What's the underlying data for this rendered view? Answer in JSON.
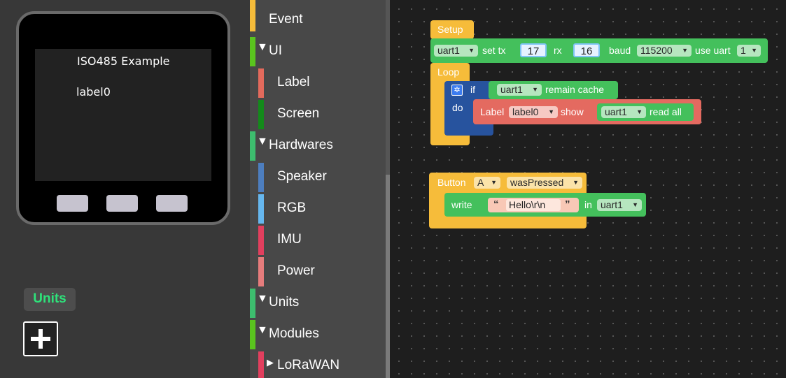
{
  "device": {
    "screen_title": "ISO485 Example",
    "screen_label": "label0"
  },
  "units_label": "Units",
  "toolbox": {
    "categories": [
      {
        "label": "Event",
        "color": "#f6bc3a",
        "arrow": ""
      },
      {
        "label": "UI",
        "color": "#5ac41e",
        "arrow": "▼"
      },
      {
        "label": "Label",
        "color": "#e36a5c",
        "arrow": ""
      },
      {
        "label": "Screen",
        "color": "#138a1a",
        "arrow": ""
      },
      {
        "label": "Hardwares",
        "color": "#3dbd6e",
        "arrow": "▼"
      },
      {
        "label": "Speaker",
        "color": "#4d7ebf",
        "arrow": ""
      },
      {
        "label": "RGB",
        "color": "#66b7ee",
        "arrow": ""
      },
      {
        "label": "IMU",
        "color": "#e23f5e",
        "arrow": ""
      },
      {
        "label": "Power",
        "color": "#e67c7c",
        "arrow": ""
      },
      {
        "label": "Units",
        "color": "#3dbd6e",
        "arrow": "▼"
      },
      {
        "label": "Modules",
        "color": "#5ac41e",
        "arrow": "▼"
      },
      {
        "label": "LoRaWAN",
        "color": "#e23f5e",
        "arrow": "▶"
      }
    ]
  },
  "workspace": {
    "setup_block": {
      "label": "Setup",
      "uart_name": "uart1",
      "set_tx": "set tx",
      "tx_value": "17",
      "rx_label": "rx",
      "rx_value": "16",
      "baud_label": "baud",
      "baud_value": "115200",
      "use_uart_label": "use uart",
      "use_uart_value": "1"
    },
    "loop_block": {
      "label": "Loop",
      "if_label": "if",
      "uart_name": "uart1",
      "remain_cache": "remain cache",
      "do_label": "do",
      "label_keyword": "Label",
      "label_name": "label0",
      "show_label": "show",
      "read_uart": "uart1",
      "read_all": "read all"
    },
    "button_block": {
      "label": "Button",
      "button_name": "A",
      "event": "wasPressed",
      "write_label": "write",
      "string_value": "Hello\\r\\n",
      "in_label": "in",
      "uart_name": "uart1"
    }
  }
}
